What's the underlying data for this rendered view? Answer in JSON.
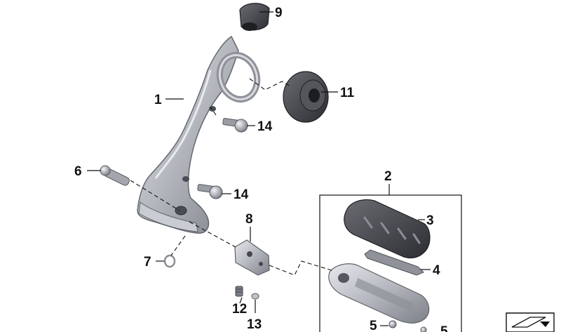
{
  "callouts": {
    "c1": "1",
    "c2": "2",
    "c3": "3",
    "c4": "4",
    "c5a": "5",
    "c5b": "5",
    "c6": "6",
    "c7": "7",
    "c8": "8",
    "c9": "9",
    "c11": "11",
    "c12": "12",
    "c13": "13",
    "c14a": "14",
    "c14b": "14"
  },
  "colors": {
    "line": "#111111",
    "metal": "#a9acb3",
    "metal_dark": "#6e7178",
    "rubber": "#3c3e44"
  }
}
